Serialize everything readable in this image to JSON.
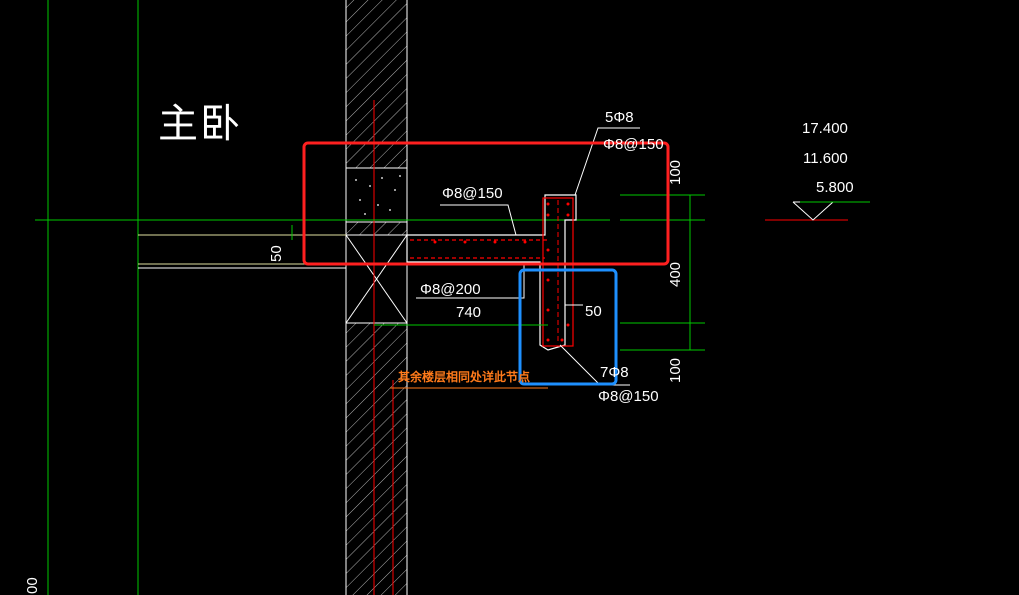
{
  "drawing": {
    "room_label": "主卧",
    "rebar_5phi8": "5Φ8",
    "rebar_phi8_150_top": "Φ8@150",
    "rebar_phi8_150_slab": "Φ8@150",
    "rebar_phi8_200": "Φ8@200",
    "rebar_7phi8": "7Φ8",
    "rebar_phi8_150_bottom": "Φ8@150",
    "dim_740": "740",
    "dim_50_left": "50",
    "dim_50_right": "50",
    "dim_100_top": "100",
    "dim_400": "400",
    "dim_100_bottom": "100",
    "dim_00_edge": "00",
    "elevation_1": "17.400",
    "elevation_2": "11.600",
    "elevation_3": "5.800",
    "note": "其余楼层相同处详此节点"
  },
  "colors": {
    "background": "#000000",
    "grid_green": "#00ff00",
    "axis_red": "#ff0000",
    "highlight_red": "#ff2020",
    "highlight_blue": "#1e90ff",
    "slab_white": "#ffffff",
    "note_orange": "#ff7a1a",
    "rebar_red": "#ff0000",
    "dim_green": "#00c800"
  }
}
